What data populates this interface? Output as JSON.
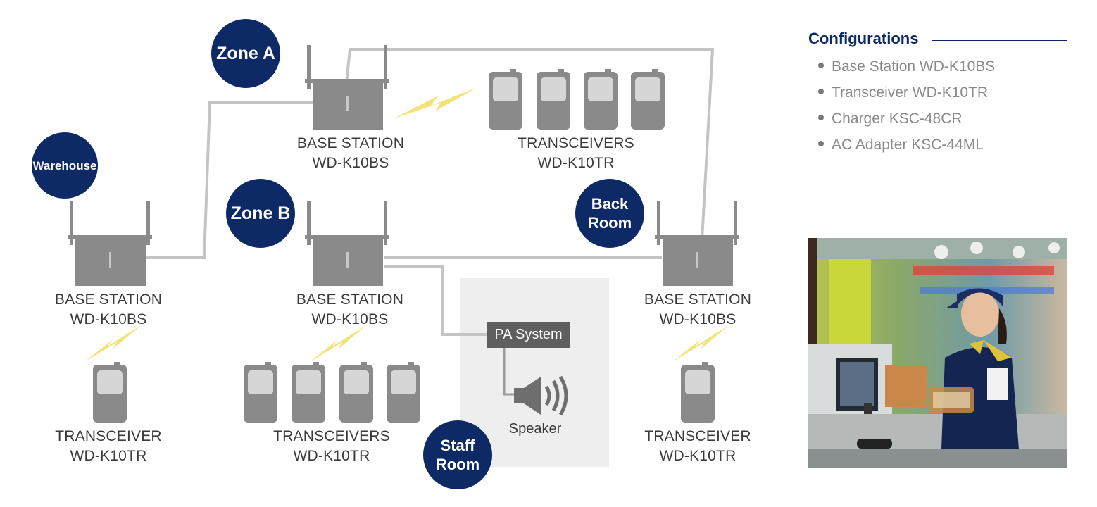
{
  "zones": {
    "zone_a": [
      "Zone A"
    ],
    "zone_b": [
      "Zone B"
    ],
    "warehouse": [
      "Warehouse"
    ],
    "back_room": [
      "Back",
      "Room"
    ],
    "staff_room": [
      "Staff",
      "Room"
    ]
  },
  "devices": {
    "base_station_name": "BASE STATION",
    "base_station_model": "WD-K10BS",
    "transceiver_name": "TRANSCEIVER",
    "transceivers_name": "TRANSCEIVERS",
    "transceiver_model": "WD-K10TR"
  },
  "pa_system": "PA System",
  "speaker": "Speaker",
  "configurations": {
    "title": "Configurations",
    "items": [
      "Base Station WD-K10BS",
      "Transceiver WD-K10TR",
      "Charger KSC-48CR",
      "AC Adapter KSC-44ML"
    ]
  },
  "colors": {
    "navy": "#0d2a66",
    "device_gray": "#8a8a8a",
    "line_gray": "#c4c4c4",
    "lightning": "#f3e27a",
    "staff_room_bg": "#eeeeee",
    "pa_box": "#5f5f5f"
  }
}
